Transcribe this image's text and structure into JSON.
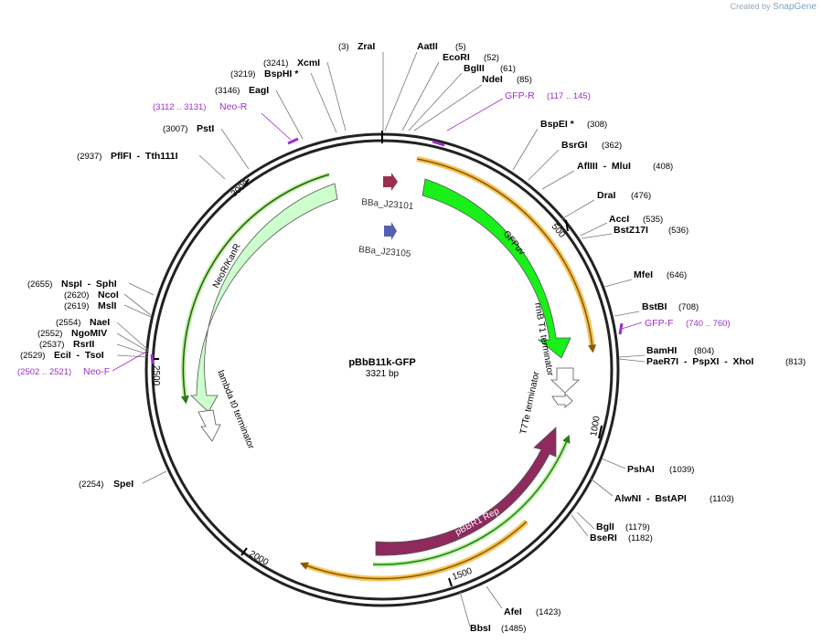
{
  "credit": {
    "prefix": "Created by",
    "brand": "SnapGene"
  },
  "plasmid": {
    "name": "pBbB11k-GFP",
    "size": "3321 bp"
  },
  "ticks": [
    "500",
    "1000",
    "1500",
    "2000",
    "2500",
    "3000"
  ],
  "enzymes": [
    {
      "name": "ZraI",
      "pos": "(3)"
    },
    {
      "name": "AatII",
      "pos": "(5)"
    },
    {
      "name": "EcoRI",
      "pos": "(52)"
    },
    {
      "name": "BglII",
      "pos": "(61)"
    },
    {
      "name": "NdeI",
      "pos": "(85)"
    },
    {
      "name": "BspEI *",
      "pos": "(308)"
    },
    {
      "name": "BsrGI",
      "pos": "(362)"
    },
    {
      "name": "AflIII  -  MluI",
      "pos": "(408)"
    },
    {
      "name": "DraI",
      "pos": "(476)"
    },
    {
      "name": "AccI",
      "pos": "(535)"
    },
    {
      "name": "BstZ17I",
      "pos": "(536)"
    },
    {
      "name": "MfeI",
      "pos": "(646)"
    },
    {
      "name": "BstBI",
      "pos": "(708)"
    },
    {
      "name": "BamHI",
      "pos": "(804)"
    },
    {
      "name": "PaeR7I  -  PspXI  -  XhoI",
      "pos": "(813)"
    },
    {
      "name": "PshAI",
      "pos": "(1039)"
    },
    {
      "name": "AlwNI  -  BstAPI",
      "pos": "(1103)"
    },
    {
      "name": "BglI",
      "pos": "(1179)"
    },
    {
      "name": "BseRI",
      "pos": "(1182)"
    },
    {
      "name": "AfeI",
      "pos": "(1423)"
    },
    {
      "name": "BbsI",
      "pos": "(1485)"
    },
    {
      "name": "SpeI",
      "pos": "(2254)"
    },
    {
      "name": "EciI  -  TsoI",
      "pos": "(2529)"
    },
    {
      "name": "RsrII",
      "pos": "(2537)"
    },
    {
      "name": "NgoMIV",
      "pos": "(2552)"
    },
    {
      "name": "NaeI",
      "pos": "(2554)"
    },
    {
      "name": "MslI",
      "pos": "(2619)"
    },
    {
      "name": "NcoI",
      "pos": "(2620)"
    },
    {
      "name": "NspI  -  SphI",
      "pos": "(2655)"
    },
    {
      "name": "PflFI  -  Tth111I",
      "pos": "(2937)"
    },
    {
      "name": "PstI",
      "pos": "(3007)"
    },
    {
      "name": "EagI",
      "pos": "(3146)"
    },
    {
      "name": "BspHI *",
      "pos": "(3219)"
    },
    {
      "name": "XcmI",
      "pos": "(3241)"
    }
  ],
  "primers": [
    {
      "name": "GFP-R",
      "pos": "(117 .. 145)"
    },
    {
      "name": "GFP-F",
      "pos": "(740 .. 760)"
    },
    {
      "name": "Neo-F",
      "pos": "(2502 .. 2521)"
    },
    {
      "name": "Neo-R",
      "pos": "(3112 .. 3131)"
    }
  ],
  "features": {
    "gfp": "GFPuv",
    "neo": "NeoR/KanR",
    "rep": "pBBR1 Rep",
    "p1": "BBa_J23101",
    "p2": "BBa_J23105",
    "term1": "rrnB T1 terminator",
    "term2": "T7Te terminator",
    "term3": "lambda t0 terminator"
  },
  "colors": {
    "gfp": "#19f019",
    "neo": "#ccffcc",
    "rep": "#8e2a5e",
    "primer": "#9b2fc9",
    "orf": "#f5c35a",
    "promoter1": "#9a3050",
    "promoter2": "#5560b0"
  }
}
